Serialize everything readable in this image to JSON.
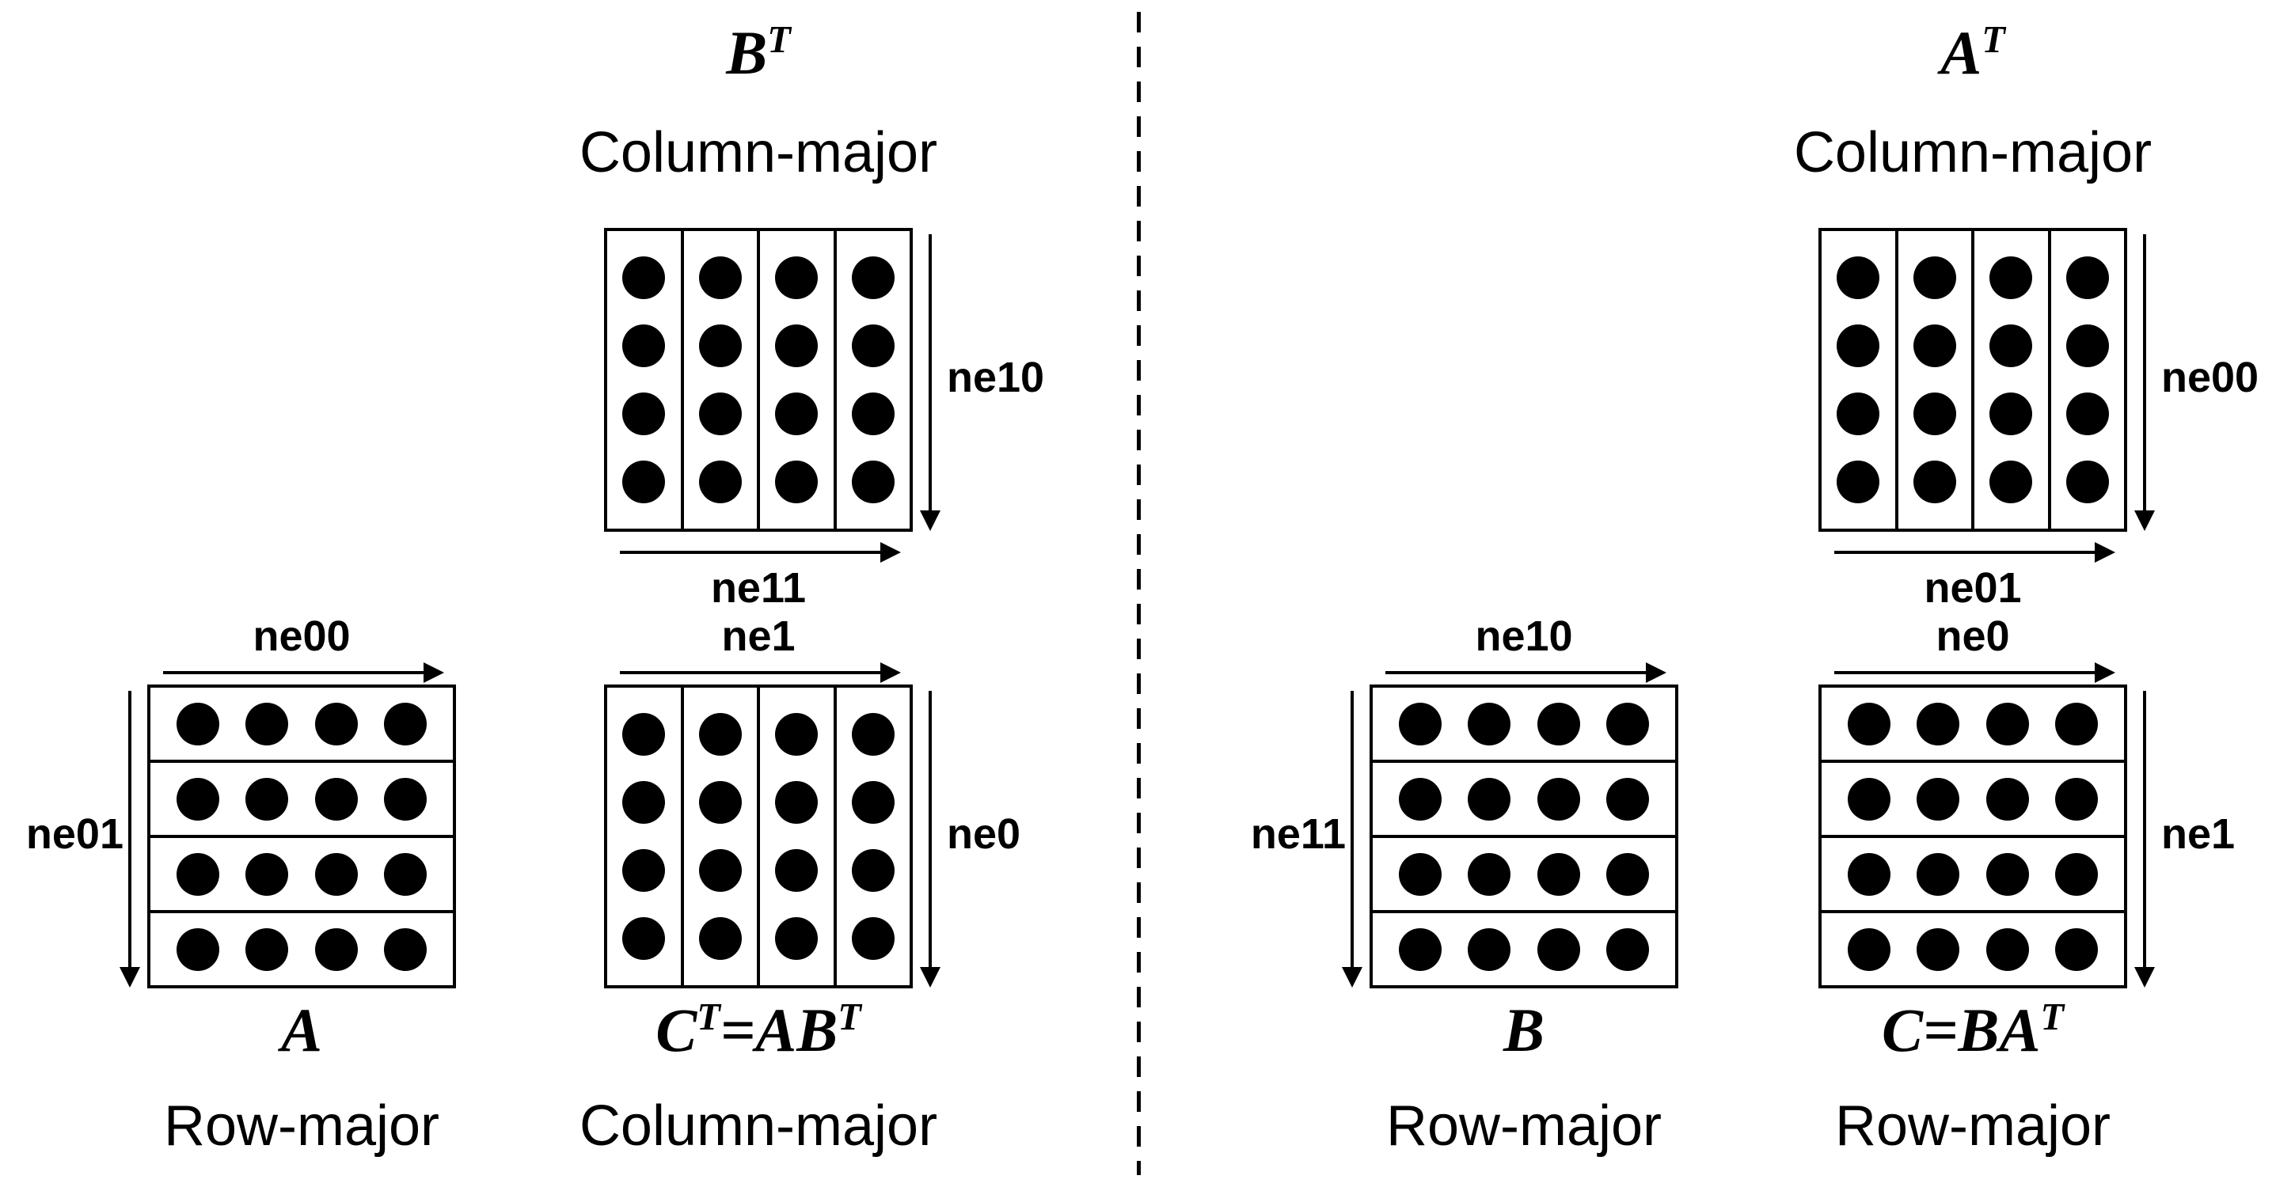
{
  "grid": {
    "cells": 4,
    "dots_per_cell": 4
  },
  "figure": {
    "left": {
      "top": {
        "title": {
          "p1": "B",
          "s1": "T"
        },
        "layout": "Column-major",
        "right_label": "ne10",
        "bottom_label": "ne11"
      },
      "a": {
        "top_label": "ne00",
        "left_label": "ne01",
        "title": {
          "p1": "A"
        },
        "layout": "Row-major"
      },
      "c": {
        "top_label": "ne1",
        "right_label": "ne0",
        "title": {
          "p1": "C",
          "s1": "T",
          "p2": "=AB",
          "s2": "T"
        },
        "layout": "Column-major"
      }
    },
    "right": {
      "top": {
        "title": {
          "p1": "A",
          "s1": "T"
        },
        "layout": "Column-major",
        "right_label": "ne00",
        "bottom_label": "ne01"
      },
      "b": {
        "top_label": "ne10",
        "left_label": "ne11",
        "title": {
          "p1": "B"
        },
        "layout": "Row-major"
      },
      "c": {
        "top_label": "ne0",
        "right_label": "ne1",
        "title": {
          "p1": "C=BA",
          "s1": "T"
        },
        "layout": "Row-major"
      }
    }
  }
}
